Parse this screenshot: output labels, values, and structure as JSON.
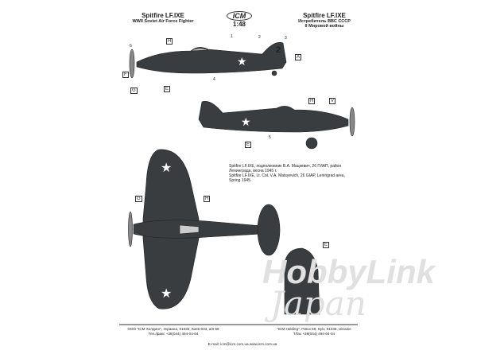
{
  "header": {
    "left_title": "Spitfire LF.IXE",
    "left_subtitle": "WWII Soviet Air Force Fighter",
    "logo": "ICM",
    "scale": "1:48",
    "right_title": "Spitfire LF.IXE",
    "right_subtitle_1": "Истребитель ВВС СССР",
    "right_subtitle_2": "II Мировой войны"
  },
  "callouts": {
    "H": "H",
    "A": "A",
    "F": "F",
    "G": "G",
    "E": "E",
    "V": "V",
    "n1": "1",
    "n2": "2",
    "n3": "3",
    "n4": "4",
    "n5": "5",
    "n6": "6",
    "tail_code": "2"
  },
  "caption": {
    "ru": "Spitfire LF.IXE, подполковник В.А. Мацкевич, 26 ГИАП, район Ленинграда, весна 1945 г.",
    "en": "Spitfire LF.IXE, Lt. Col. V.A. Matsyevich, 26 GIAP, Leningrad area, Spring 1945."
  },
  "footer": {
    "left_1": "ООО \"ICM Холдинг\", Украина, 01033, Киев-033, а/я 59",
    "left_2": "Тел./факс +38(044) 494-04-04",
    "center": "E-mail: icm@icm.com.ua    www.icm.com.ua",
    "right_1": "\"ICM Holding\", P.Box 59, Kyiv, 01033, Ukraine",
    "right_2": "T/fax +38(044) 494-04-04"
  },
  "watermark": {
    "line1": "HobbyLink",
    "line2": "Japan"
  }
}
